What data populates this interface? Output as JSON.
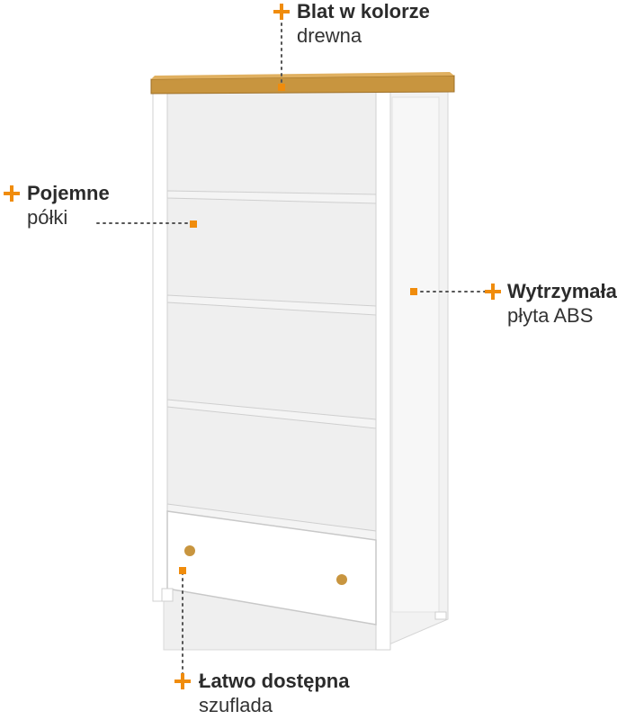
{
  "accent_color": "#f08c0c",
  "illustration": {
    "subject": "bookshelf-icon",
    "colors": {
      "body": "#ffffff",
      "top": "#c8953f",
      "knob": "#c8953f"
    }
  },
  "callouts": [
    {
      "id": "top",
      "title": "Blat w kolorze",
      "subtitle": "drewna"
    },
    {
      "id": "shelves",
      "title": "Pojemne",
      "subtitle": "półki"
    },
    {
      "id": "board",
      "title": "Wytrzymała",
      "subtitle": "płyta ABS"
    },
    {
      "id": "drawer",
      "title": "Łatwo dostępna",
      "subtitle": "szuflada"
    }
  ]
}
